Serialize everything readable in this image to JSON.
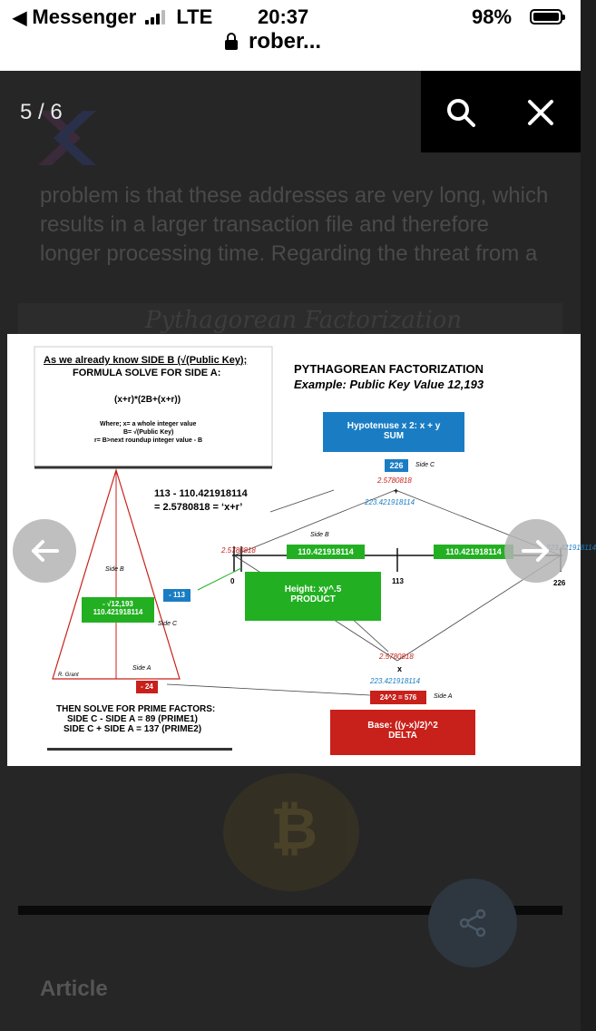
{
  "status_bar": {
    "back_app": "Messenger",
    "network": "LTE",
    "time": "20:37",
    "battery": "98%",
    "url_title": "rober..."
  },
  "viewer": {
    "counter": "5 / 6",
    "search_icon": "search-icon",
    "close_icon": "close-icon",
    "prev_icon": "arrow-left-icon",
    "next_icon": "arrow-right-icon"
  },
  "background": {
    "text_line1": "problem is that these addresses are very long, which",
    "text_line2": "results in a larger transaction file and therefore",
    "text_line3": "longer processing time. Regarding the threat from a",
    "caption_script": "Pythagorean Factorization",
    "article_label": "Article"
  },
  "figure": {
    "intro_line1": "As we already know SIDE B (√(Public Key);",
    "intro_line2": "FORMULA SOLVE FOR SIDE A:",
    "formula": "(x+r)*(2B+(x+r))",
    "where_line1": "Where; x= a whole integer value",
    "where_line2": "B= √(Public Key)",
    "where_line3": "r= B>next roundup integer value - B",
    "title": "PYTHAGOREAN FACTORIZATION",
    "example": "Example:  Public Key Value 12,193",
    "hyp_label": "Hypotenuse x 2:  x + y",
    "hyp_sub": "SUM",
    "side_c_value": "226",
    "side_c_label": "Side C",
    "top_red": "2.5780818",
    "top_plus": "+",
    "top_blue": "223.421918114",
    "calc_line1": "113 - 110.421918114",
    "calc_line2": "= 2.5780818 = ‘x+r’",
    "side_b_label": "Side B",
    "axis_red": "2.5780818",
    "green_left": "110.421918114",
    "green_right": "110.421918114",
    "blue_right": "223.421918114",
    "tick_0": "0",
    "tick_113": "113",
    "tick_226": "226",
    "height_label": "Height:  xy^.5",
    "height_sub": "PRODUCT",
    "tri_side_b": "Side B",
    "box_113": "- 113",
    "sqrt_line1": "- √12,193",
    "sqrt_line2": "110.421918114",
    "tri_side_c": "Side C",
    "tri_side_a": "Side A",
    "author": "R. Grant",
    "box_24": "- 24",
    "bottom_red": "2.5780818",
    "bottom_x": "x",
    "bottom_blue": "223.421918114",
    "square_box": "24^2 = 576",
    "square_side": "Side A",
    "prime_title": "THEN SOLVE FOR PRIME FACTORS:",
    "prime_1": "SIDE C - SIDE A = 89 (PRIME1)",
    "prime_2": "SIDE C + SIDE A = 137 (PRIME2)",
    "base_label": "Base:  ((y-x)/2)^2",
    "base_sub": "DELTA"
  },
  "colors": {
    "blue": "#1a7dc4",
    "green": "#22b022",
    "red": "#c8201a"
  }
}
